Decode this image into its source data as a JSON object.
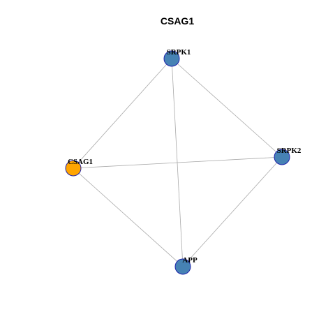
{
  "graph": {
    "title": "CSAG1",
    "colors": {
      "query_node": "#FFA500",
      "partner_node": "#4682B4",
      "node_border": "#1E22AA",
      "edge": "#A9A9A9"
    },
    "nodes": [
      {
        "id": "SRPK1",
        "label": "SRPK1",
        "role": "partner"
      },
      {
        "id": "CSAG1",
        "label": "CSAG1",
        "role": "query"
      },
      {
        "id": "SRPK2",
        "label": "SRPK2",
        "role": "partner"
      },
      {
        "id": "APP",
        "label": "APP",
        "role": "partner"
      }
    ],
    "edges": [
      {
        "source": "SRPK1",
        "target": "CSAG1"
      },
      {
        "source": "SRPK1",
        "target": "SRPK2"
      },
      {
        "source": "SRPK1",
        "target": "APP"
      },
      {
        "source": "CSAG1",
        "target": "SRPK2"
      },
      {
        "source": "CSAG1",
        "target": "APP"
      },
      {
        "source": "SRPK2",
        "target": "APP"
      }
    ]
  }
}
